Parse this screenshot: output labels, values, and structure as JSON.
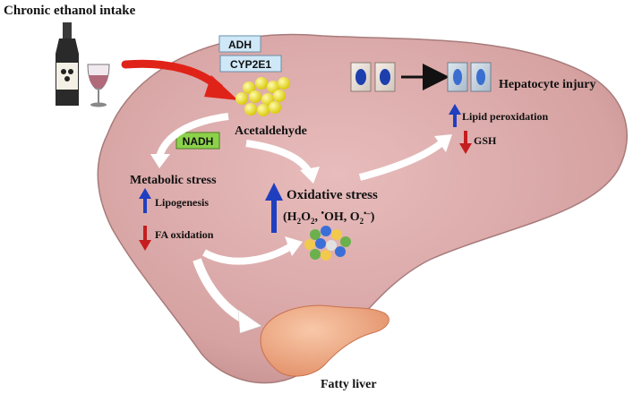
{
  "title": "Chronic ethanol intake",
  "enzymes": {
    "adh": "ADH",
    "cyp": "CYP2E1"
  },
  "nodes": {
    "acetaldehyde": "Acetaldehyde",
    "nadh": "NADH",
    "metabolic_stress": "Metabolic stress",
    "lipogenesis": "Lipogenesis",
    "fa_oxidation": "FA oxidation",
    "oxidative_stress": "Oxidative stress",
    "ros": {
      "open": "(H",
      "h2o2_tail": "O",
      "mid": ", ",
      "oh": "OH, O",
      "close": ")"
    },
    "hepatocyte_injury": "Hepatocyte injury",
    "lipid_peroxidation": "Lipid peroxidation",
    "gsh": "GSH",
    "fatty_liver": "Fatty liver"
  },
  "colors": {
    "liver": "#d9a6a6",
    "liver_edge": "#a87b7b",
    "up_arrow": "#1f3fbf",
    "down_arrow": "#c41e1e",
    "red_arrow": "#e02318",
    "enzyme_box": "#cfe8f7",
    "nadh_box": "#8bd24a",
    "acetaldehyde_dots": "#f2ea2a",
    "fatty_liver": "#f0a07a"
  },
  "icons": [
    "wine-bottle-icon",
    "wine-glass-icon",
    "hepatocyte-cells-icon",
    "ros-molecules-icon"
  ]
}
